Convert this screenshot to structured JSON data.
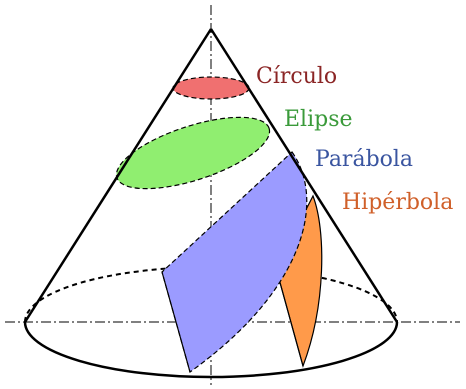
{
  "labels": {
    "circle": "Círculo",
    "ellipse": "Elipse",
    "parabola": "Parábola",
    "hyperbola": "Hipérbola"
  },
  "colors": {
    "circle_fill": "#f07070",
    "circle_text": "#8b2525",
    "ellipse_fill": "#90ee70",
    "ellipse_text": "#3a9a3a",
    "parabola_fill": "#9b9bff",
    "parabola_text": "#3a55a0",
    "hyperbola_fill": "#ff9a4a",
    "hyperbola_text": "#d0602a",
    "outline": "#000000"
  }
}
